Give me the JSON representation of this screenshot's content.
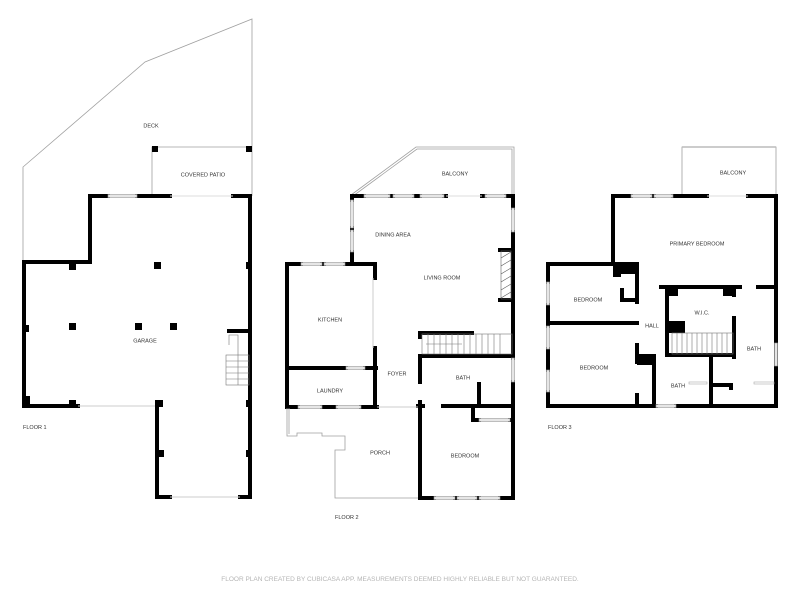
{
  "floors": [
    {
      "label": "FLOOR 1",
      "rooms": {
        "deck": "DECK",
        "covered_patio": "COVERED PATIO",
        "garage": "GARAGE"
      }
    },
    {
      "label": "FLOOR 2",
      "rooms": {
        "balcony": "BALCONY",
        "dining_area": "DINING AREA",
        "living_room": "LIVING ROOM",
        "kitchen": "KITCHEN",
        "laundry": "LAUNDRY",
        "foyer": "FOYER",
        "bath": "BATH",
        "porch": "PORCH",
        "bedroom": "BEDROOM"
      }
    },
    {
      "label": "FLOOR 3",
      "rooms": {
        "balcony": "BALCONY",
        "primary_bedroom": "PRIMARY BEDROOM",
        "bedroom_upper": "BEDROOM",
        "wic": "W.I.C.",
        "hall": "HALL",
        "bedroom_lower": "BEDROOM",
        "bath_center": "BATH",
        "bath_right": "BATH"
      }
    }
  ],
  "footer": {
    "disclaimer": "FLOOR PLAN CREATED BY CUBICASA APP. MEASUREMENTS DEEMED HIGHLY RELIABLE BUT NOT GUARANTEED."
  },
  "colors": {
    "wall": "#000000",
    "window": "#e6e6e6",
    "outline": "#a0a0a0",
    "footer_text": "#b5b5b5"
  }
}
